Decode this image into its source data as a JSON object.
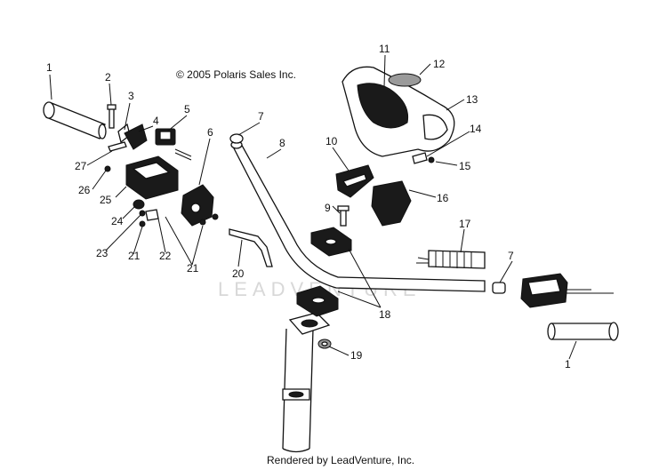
{
  "copyright": "© 2005 Polaris Sales Inc.",
  "footer": "Rendered by LeadVenture, Inc.",
  "watermark": "LEADVENTURE",
  "callouts": {
    "c1a": "1",
    "c1b": "1",
    "c2": "2",
    "c3": "3",
    "c4": "4",
    "c5": "5",
    "c6": "6",
    "c7a": "7",
    "c7b": "7",
    "c8": "8",
    "c9": "9",
    "c10": "10",
    "c11": "11",
    "c12": "12",
    "c13": "13",
    "c14": "14",
    "c15": "15",
    "c16": "16",
    "c17": "17",
    "c18": "18",
    "c19": "19",
    "c20": "20",
    "c21a": "21",
    "c21b": "21",
    "c22": "22",
    "c23": "23",
    "c24": "24",
    "c25": "25",
    "c26": "26",
    "c27": "27"
  }
}
